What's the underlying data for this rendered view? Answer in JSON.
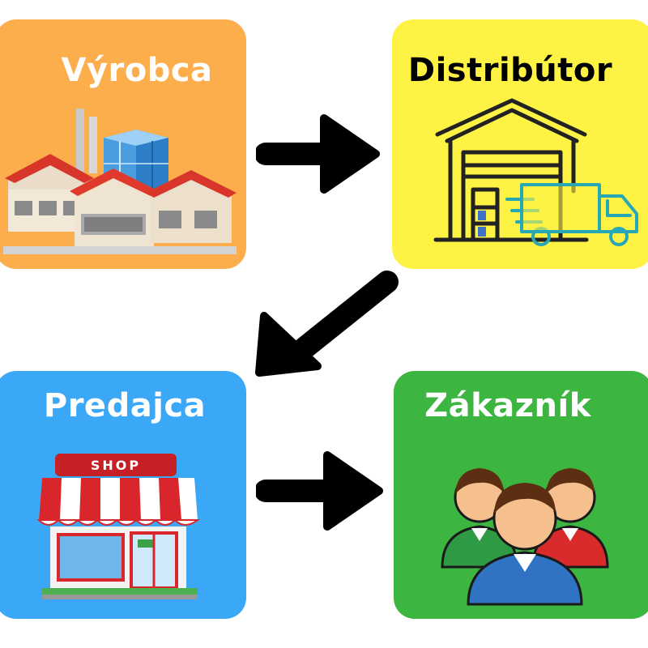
{
  "diagram": {
    "nodes": [
      {
        "label": "Výrobca",
        "icon": "factory-icon",
        "color": "#FDAE4C"
      },
      {
        "label": "Distribútor",
        "icon": "warehouse-icon",
        "color": "#FEF245"
      },
      {
        "label": "Predajca",
        "icon": "shop-icon",
        "color": "#3AA8F6"
      },
      {
        "label": "Zákazník",
        "icon": "customers-icon",
        "color": "#3CB641"
      }
    ],
    "shop_sign": "SHOP",
    "arrow_color": "#000000"
  }
}
